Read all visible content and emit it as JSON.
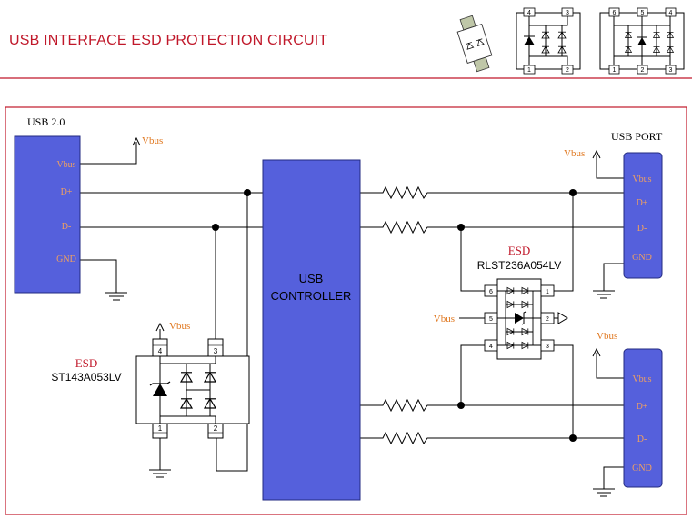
{
  "page": {
    "title": "USB INTERFACE ESD PROTECTION CIRCUIT"
  },
  "colors": {
    "accent": "#c0182a",
    "block_fill": "#5560dc",
    "block_stroke": "#222a80",
    "pin_label": "#f0a060",
    "vbus_text": "#e07820",
    "esd_text": "#c0182a",
    "wire": "#000000"
  },
  "connectors": {
    "left": {
      "title": "USB 2.0",
      "pins": [
        "Vbus",
        "D+",
        "D-",
        "GND"
      ]
    },
    "right_top": {
      "title": "USB PORT",
      "pins": [
        "Vbus",
        "D+",
        "D-",
        "GND"
      ]
    },
    "right_bottom": {
      "pins": [
        "Vbus",
        "D+",
        "D-",
        "GND"
      ]
    }
  },
  "controller": {
    "line1": "USB",
    "line2": "CONTROLLER"
  },
  "rails": {
    "vbus": "Vbus"
  },
  "esd_left": {
    "label": "ESD",
    "part": "ST143A053LV",
    "pins": [
      "4",
      "3",
      "1",
      "2"
    ]
  },
  "esd_right": {
    "label": "ESD",
    "part": "RLST236A054LV",
    "pins": [
      "1",
      "2",
      "3",
      "4",
      "5",
      "6"
    ]
  },
  "header_icons": {
    "small_pins": [
      "4",
      "3",
      "1",
      "2"
    ],
    "large_pins": [
      "6",
      "5",
      "4",
      "1",
      "2",
      "3"
    ]
  }
}
